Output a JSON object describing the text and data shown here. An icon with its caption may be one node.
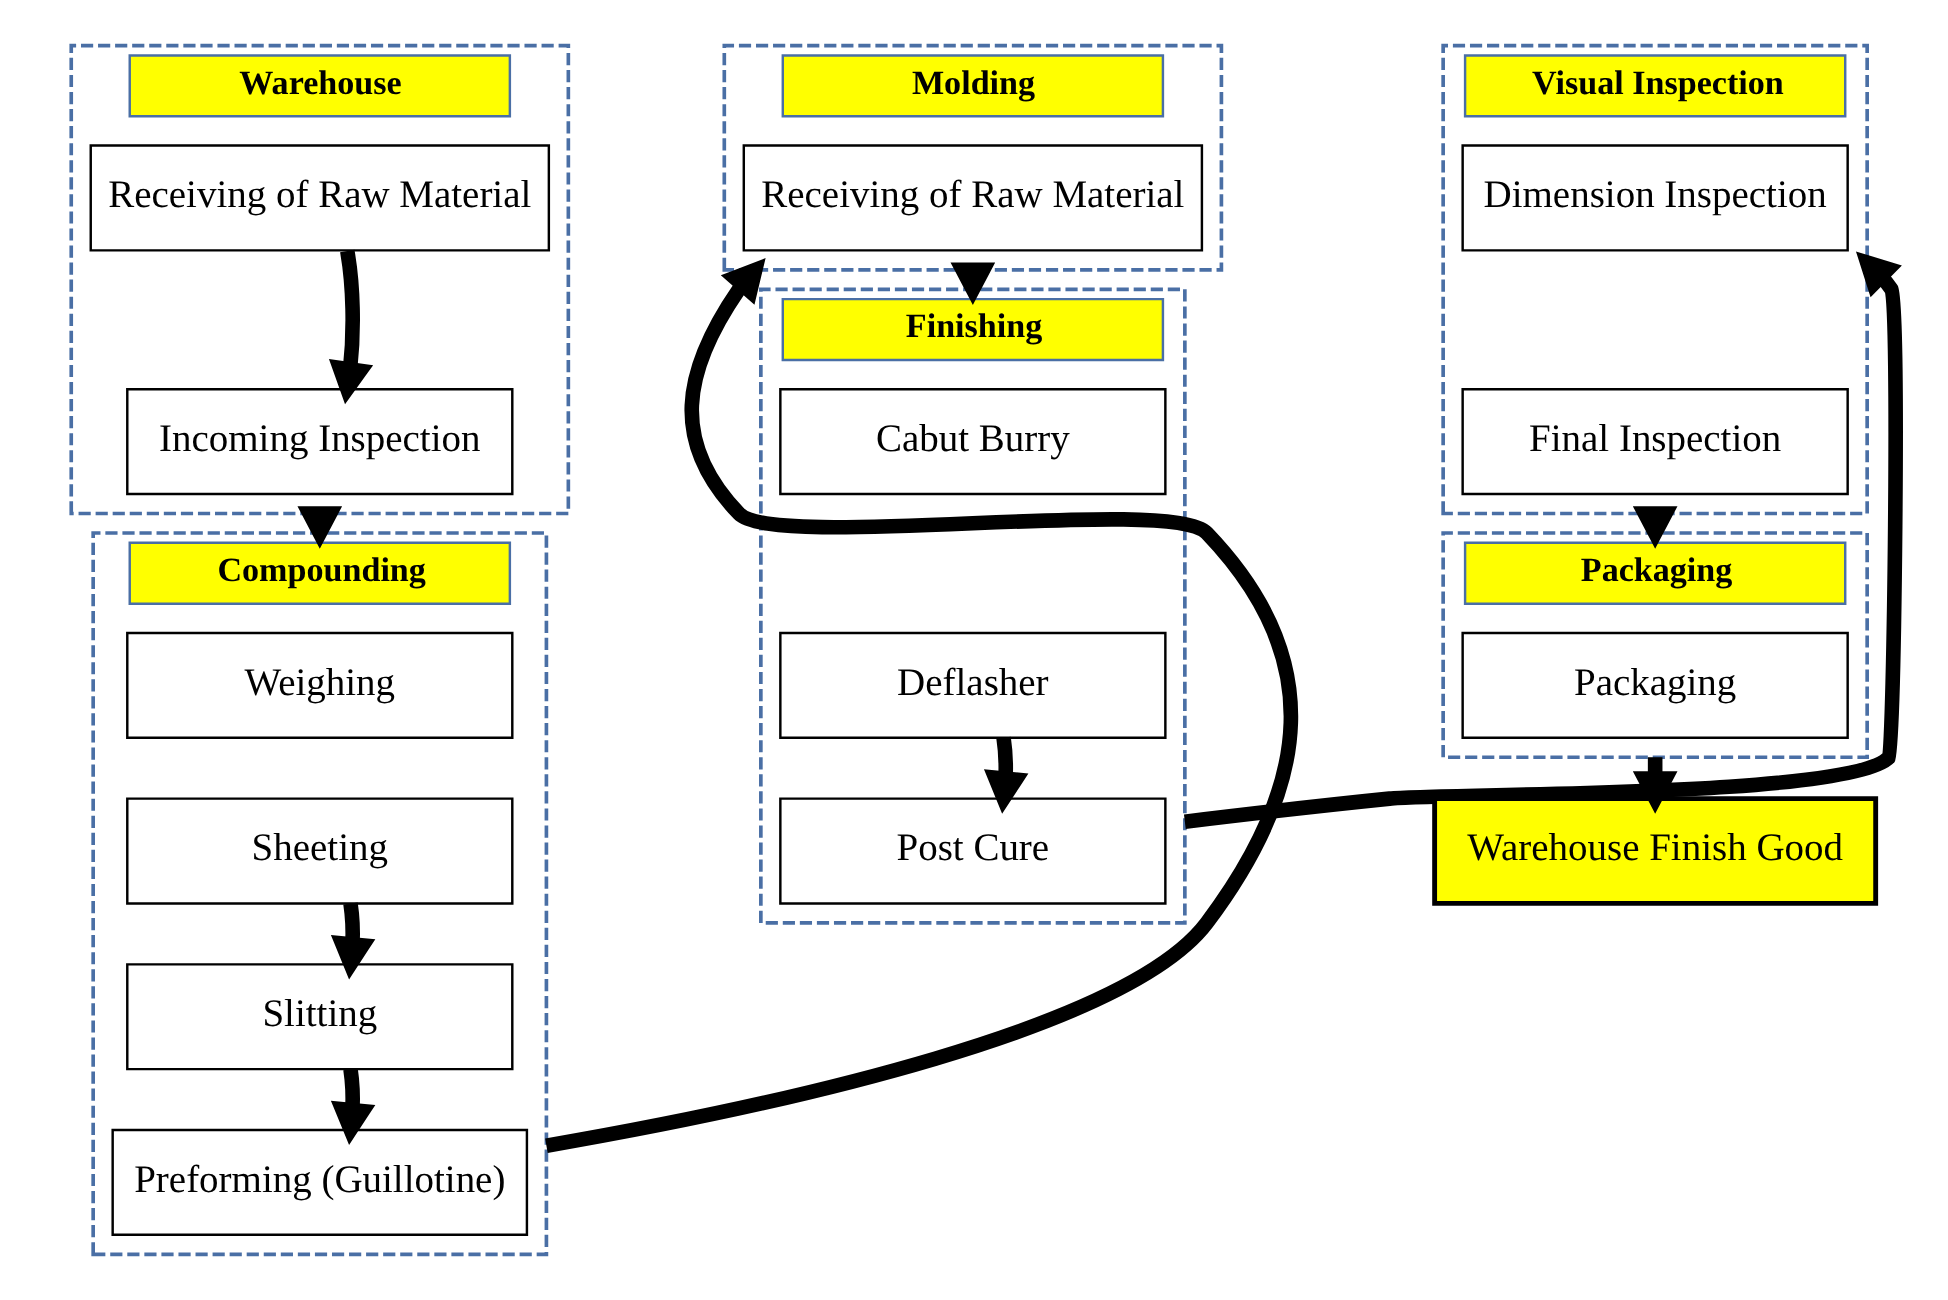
{
  "diagram": {
    "nodes": [
      {
        "text": [
          "Warehouse"
        ]
      },
      {
        "text": [
          "Receiving of Raw Material"
        ],
        "in": 0
      },
      {
        "text": [
          "Incoming Inspection"
        ],
        "in": 0
      },
      {
        "text": [
          "Compounding"
        ]
      },
      {
        "text": [
          "Weighing"
        ],
        "in": 3
      },
      {
        "text": [
          "Sheeting"
        ],
        "in": 3
      },
      {
        "text": [
          "Slitting"
        ],
        "in": 3
      },
      {
        "text": [
          "Preforming (Guillotine)"
        ],
        "in": 3
      },
      {
        "text": [
          "Molding"
        ]
      },
      {
        "text": [
          "Receiving of Raw Material"
        ],
        "in": 8
      },
      {
        "text": [
          "Finishing"
        ]
      },
      {
        "text": [
          "Cabut Burry"
        ],
        "in": 10
      },
      {
        "text": [
          "Deflasher"
        ],
        "in": 10
      },
      {
        "text": [
          "Post Cure"
        ],
        "in": 10
      },
      {
        "text": [
          "Visual Inspection"
        ]
      },
      {
        "text": [
          "Dimension Inspection"
        ],
        "in": 14
      },
      {
        "text": [
          "Final Inspection"
        ],
        "in": 14
      },
      {
        "text": [
          "Packaging"
        ]
      },
      {
        "text": [
          "Packaging"
        ],
        "in": 17
      },
      {
        "text": [
          "Warehouse Finish Good"
        ]
      }
    ],
    "edges": [
      {
        "from": 1,
        "to": 2,
        "arrow": "to"
      },
      {
        "from": 0,
        "to": 3,
        "arrow": "to"
      },
      {
        "from": 5,
        "to": 6,
        "arrow": "to"
      },
      {
        "from": 6,
        "to": 7,
        "arrow": "to"
      },
      {
        "from": 3,
        "to": 8,
        "arrow": "to"
      },
      {
        "from": 8,
        "to": 10,
        "arrow": "to"
      },
      {
        "from": 12,
        "to": 13,
        "arrow": "to"
      },
      {
        "from": 10,
        "to": 14,
        "arrow": "to"
      },
      {
        "from": 14,
        "to": 17,
        "arrow": "to"
      },
      {
        "from": 17,
        "to": 19,
        "arrow": "to"
      }
    ]
  }
}
